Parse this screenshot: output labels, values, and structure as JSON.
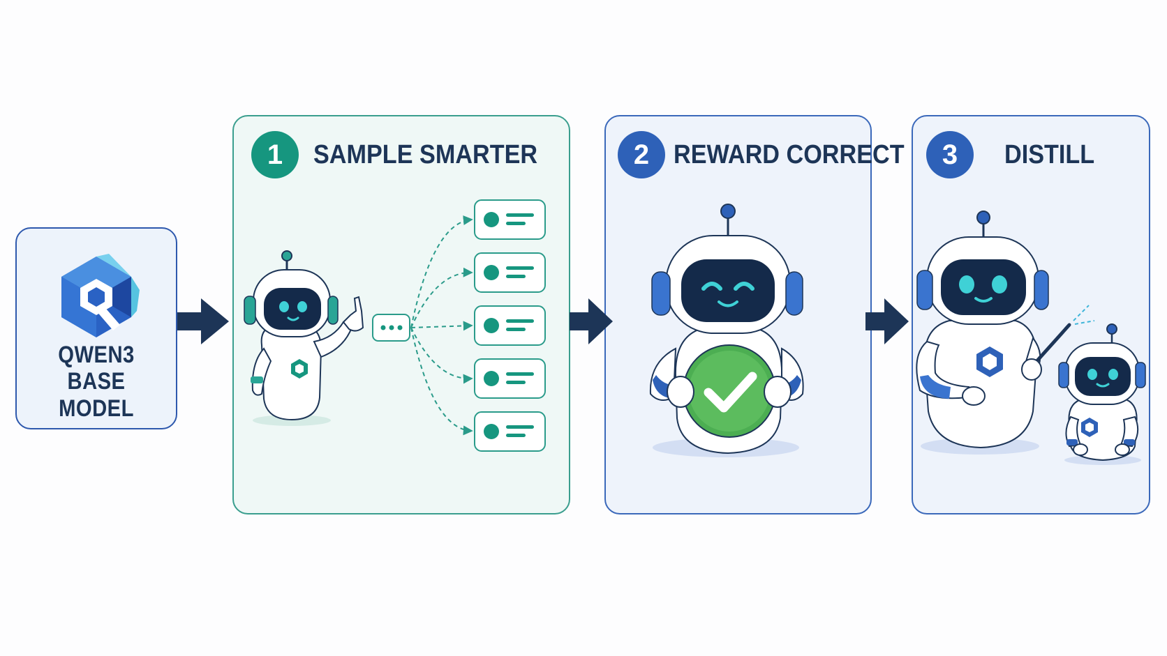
{
  "base_model": {
    "line1": "QWEN3",
    "line2": "BASE MODEL",
    "logo_icon": "qwen-hexagon-logo-icon"
  },
  "steps": [
    {
      "number": "1",
      "label": "SAMPLE SMARTER",
      "color": "#16967f",
      "illustration": "robot-sampling-many-answers"
    },
    {
      "number": "2",
      "label": "REWARD CORRECT",
      "color": "#2e61b8",
      "illustration": "robot-holding-green-checkmark"
    },
    {
      "number": "3",
      "label": "DISTILL",
      "color": "#2e61b8",
      "illustration": "teacher-robot-teaching-small-robot"
    }
  ],
  "flow_arrows": [
    "arrow-right-icon",
    "arrow-right-icon",
    "arrow-right-icon"
  ],
  "colors": {
    "navy": "#1d3557",
    "teal": "#16967f",
    "blue": "#2e61b8",
    "green": "#4cae52",
    "robot_screen": "#142a4a",
    "robot_eye": "#3fd1d6"
  }
}
